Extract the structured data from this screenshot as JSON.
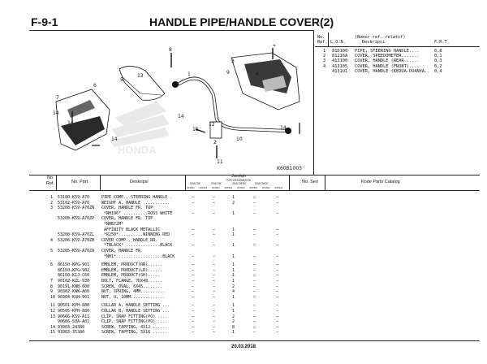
{
  "header": {
    "code": "F-9-1",
    "title": "HANDLE PIPE/HANDLE COVER(2)"
  },
  "ref_table": {
    "col_no": "No.",
    "col_ref": "Ref.",
    "col_lon": "L.O.N.",
    "col_nomor": "(Nomor ref. relatif)",
    "col_desk": "Deskripsi",
    "col_frt": "F.R.T.",
    "rows": [
      {
        "ref": "1",
        "lon": "81D100",
        "desc": "PIPE, STEERING HANDLE....",
        "frt": "0,8"
      },
      {
        "ref": "2",
        "lon": "81216A",
        "desc": "COVER, SPEEDOMETER.......",
        "frt": "0,1"
      },
      {
        "ref": "3",
        "lon": "413100",
        "desc": "COVER, HANDLE (REAR......",
        "frt": "0,3"
      },
      {
        "ref": "4",
        "lon": "413105",
        "desc": "COVER, HANDLE (FRONT)....",
        "frt": "0,2"
      },
      {
        "ref": "",
        "lon": "4131U1",
        "desc": "COVER, HANDLE (KEDUA-DUANYA..",
        "frt": "0,4"
      }
    ]
  },
  "diagram": {
    "watermark": "HONDA",
    "code": "K60B1003",
    "callouts": [
      "8",
      "5",
      "4",
      "9",
      "6",
      "7",
      "4",
      "3",
      "13",
      "14",
      "14",
      "14",
      "14",
      "1",
      "2",
      "15",
      "12",
      "10",
      "11",
      "14"
    ]
  },
  "table_header": {
    "no": "No.",
    "ref": "Ref.",
    "part": "No. Part",
    "desk": "Deskripsi",
    "jumlah": "Jumlah",
    "type_code": "TYPE DESIGNATION",
    "sub": [
      "GN1C0E",
      "GN1C0K",
      "GN1C0ERC",
      "GN1C0K0C"
    ],
    "years": [
      "2019s1",
      "2019s2",
      "2019s1",
      "2019s2",
      "2019s1",
      "2019s2",
      "2019s1",
      "2019s2"
    ],
    "serial": "No. Seri",
    "catalog": "Kode Parts Catalog"
  },
  "parts": [
    {
      "ref": "1",
      "part": "53100-K59-A70",
      "desc": "PIPE COMP., STEERING HANDLE .",
      "q": [
        "–",
        "–",
        "1",
        "–",
        "–"
      ]
    },
    {
      "ref": "2",
      "part": "53102-K59-A70",
      "desc": "WEIGHT A, HANDLE ...........",
      "q": [
        "–",
        "–",
        "2",
        "–",
        "–"
      ]
    },
    {
      "ref": "3",
      "part": "53208-K59-A70ZN",
      "desc": "COVER, HANDLE FR. TOP",
      "q": [
        "",
        "",
        "",
        "",
        ""
      ]
    },
    {
      "ref": "",
      "part": "",
      "desc": " *NH196* ..........ROSS WHITE",
      "q": [
        "–",
        "–",
        "1",
        "–",
        "–"
      ]
    },
    {
      "ref": "",
      "part": "53208-K59-A70ZP",
      "desc": "COVER, HANDLE FR. TOP",
      "q": [
        "",
        "",
        "",
        "",
        ""
      ]
    },
    {
      "ref": "",
      "part": "",
      "desc": " *NHB72M*",
      "q": [
        "",
        "",
        "",
        "",
        ""
      ]
    },
    {
      "ref": "",
      "part": "",
      "desc": " AFFINITY BLACK METALLIC",
      "q": [
        "–",
        "–",
        "1",
        "–",
        "–"
      ]
    },
    {
      "ref": "",
      "part": "53208-K59-A70ZL",
      "desc": " *R250* .........WINNING RED",
      "q": [
        "–",
        "–",
        "1",
        "–",
        "–"
      ]
    },
    {
      "ref": "4",
      "part": "53206-K59-A70ZB",
      "desc": "COVER COMP., HANDLE RR.",
      "q": [
        "",
        "",
        "",
        "",
        ""
      ]
    },
    {
      "ref": "",
      "part": "",
      "desc": " *TBLACK* ..............BLACK",
      "q": [
        "–",
        "–",
        "1",
        "–",
        "–"
      ]
    },
    {
      "ref": "5",
      "part": "53205-K59-A70ZA",
      "desc": "COVER, HANDLE FR.",
      "q": [
        "",
        "",
        "",
        "",
        ""
      ]
    },
    {
      "ref": "",
      "part": "",
      "desc": " *NH1* ..................BLACK",
      "q": [
        "–",
        "–",
        "1",
        "–",
        "–"
      ]
    },
    {
      "ref": "6",
      "part": "86150-KPG-901",
      "desc": "EMBLEM, PRODUCT(RR)......",
      "q": [
        "–",
        "–",
        "1",
        "–",
        "–"
      ]
    },
    {
      "ref": "",
      "part": "86150-KPG-902",
      "desc": "EMBLEM, PRODUCT(LR)......",
      "q": [
        "–",
        "–",
        "1",
        "–",
        "–"
      ]
    },
    {
      "ref": "",
      "part": "86150-K1J-C60",
      "desc": "EMBLEM, PRODUCT(SH).....",
      "q": [
        "–",
        "–",
        "1",
        "–",
        "–"
      ]
    },
    {
      "ref": "7",
      "part": "90102-KZL-930",
      "desc": "BOLT, FLANGE, 7DX48......",
      "q": [
        "–",
        "–",
        "1",
        "–",
        "–"
      ]
    },
    {
      "ref": "8",
      "part": "90191-KWB-600",
      "desc": "SCREW, OVAL, 6X45........",
      "q": [
        "–",
        "–",
        "2",
        "–",
        "–"
      ]
    },
    {
      "ref": "9",
      "part": "90302-KWW-A00",
      "desc": "NUT, SPRING, 4MM..........",
      "q": [
        "–",
        "–",
        "4",
        "–",
        "–"
      ]
    },
    {
      "ref": "10",
      "part": "90304-KGH-901",
      "desc": "NUT, U, 10MM..............",
      "q": [
        "–",
        "–",
        "1",
        "–",
        "–"
      ]
    },
    {
      "ref": "11",
      "part": "90501-KPH-880",
      "desc": "COLLAR A, HANDLE SETTING ...",
      "q": [
        "–",
        "–",
        "1",
        "–",
        "–"
      ]
    },
    {
      "ref": "12",
      "part": "90505-KPH-880",
      "desc": "COLLAR B, HANDLE SETTING ...",
      "q": [
        "–",
        "–",
        "1",
        "–",
        "–"
      ]
    },
    {
      "ref": "13",
      "part": "90666-K59-A11",
      "desc": "CLIP, SNAP FITTING(PO) ....",
      "q": [
        "–",
        "–",
        "2",
        "–",
        "–"
      ]
    },
    {
      "ref": "",
      "part": "90666-S9A-A01",
      "desc": "CLIP, SNAP FITTING(PO) ....",
      "q": [
        "–",
        "–",
        "2",
        "–",
        "–"
      ]
    },
    {
      "ref": "14",
      "part": "93903-24380",
      "desc": "SCREW, TAPPING, 4X12 ......",
      "q": [
        "–",
        "–",
        "8",
        "–",
        "–"
      ]
    },
    {
      "ref": "15",
      "part": "93903-35380",
      "desc": "SCREW, TAPPING, 5X16 ......",
      "q": [
        "–",
        "–",
        "1",
        "–",
        "–"
      ]
    }
  ],
  "footer": {
    "date": "20.03.2018"
  }
}
